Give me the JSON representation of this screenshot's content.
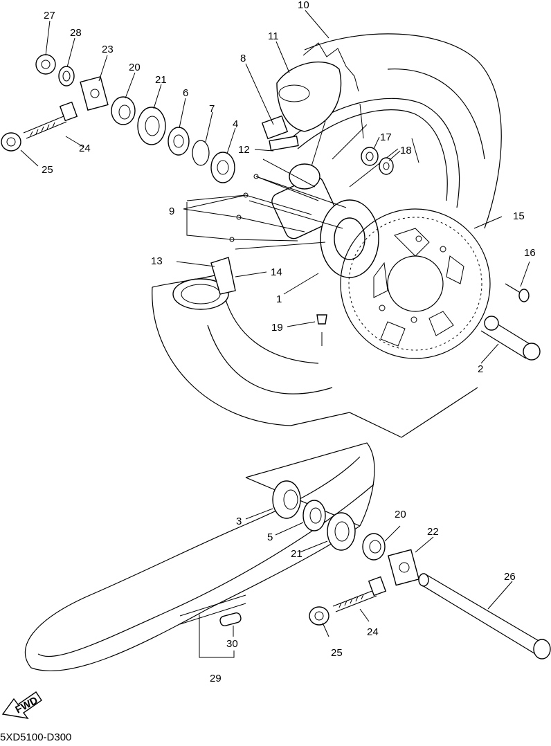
{
  "diagram": {
    "code": "5XD5100-D300",
    "fwd_label": "FWD",
    "callouts": [
      "1",
      "2",
      "3",
      "4",
      "5",
      "6",
      "7",
      "8",
      "9",
      "10",
      "11",
      "12",
      "13",
      "14",
      "15",
      "16",
      "17",
      "18",
      "19",
      "20",
      "21",
      "22",
      "23",
      "24",
      "25",
      "26",
      "27",
      "28",
      "29",
      "30"
    ]
  }
}
